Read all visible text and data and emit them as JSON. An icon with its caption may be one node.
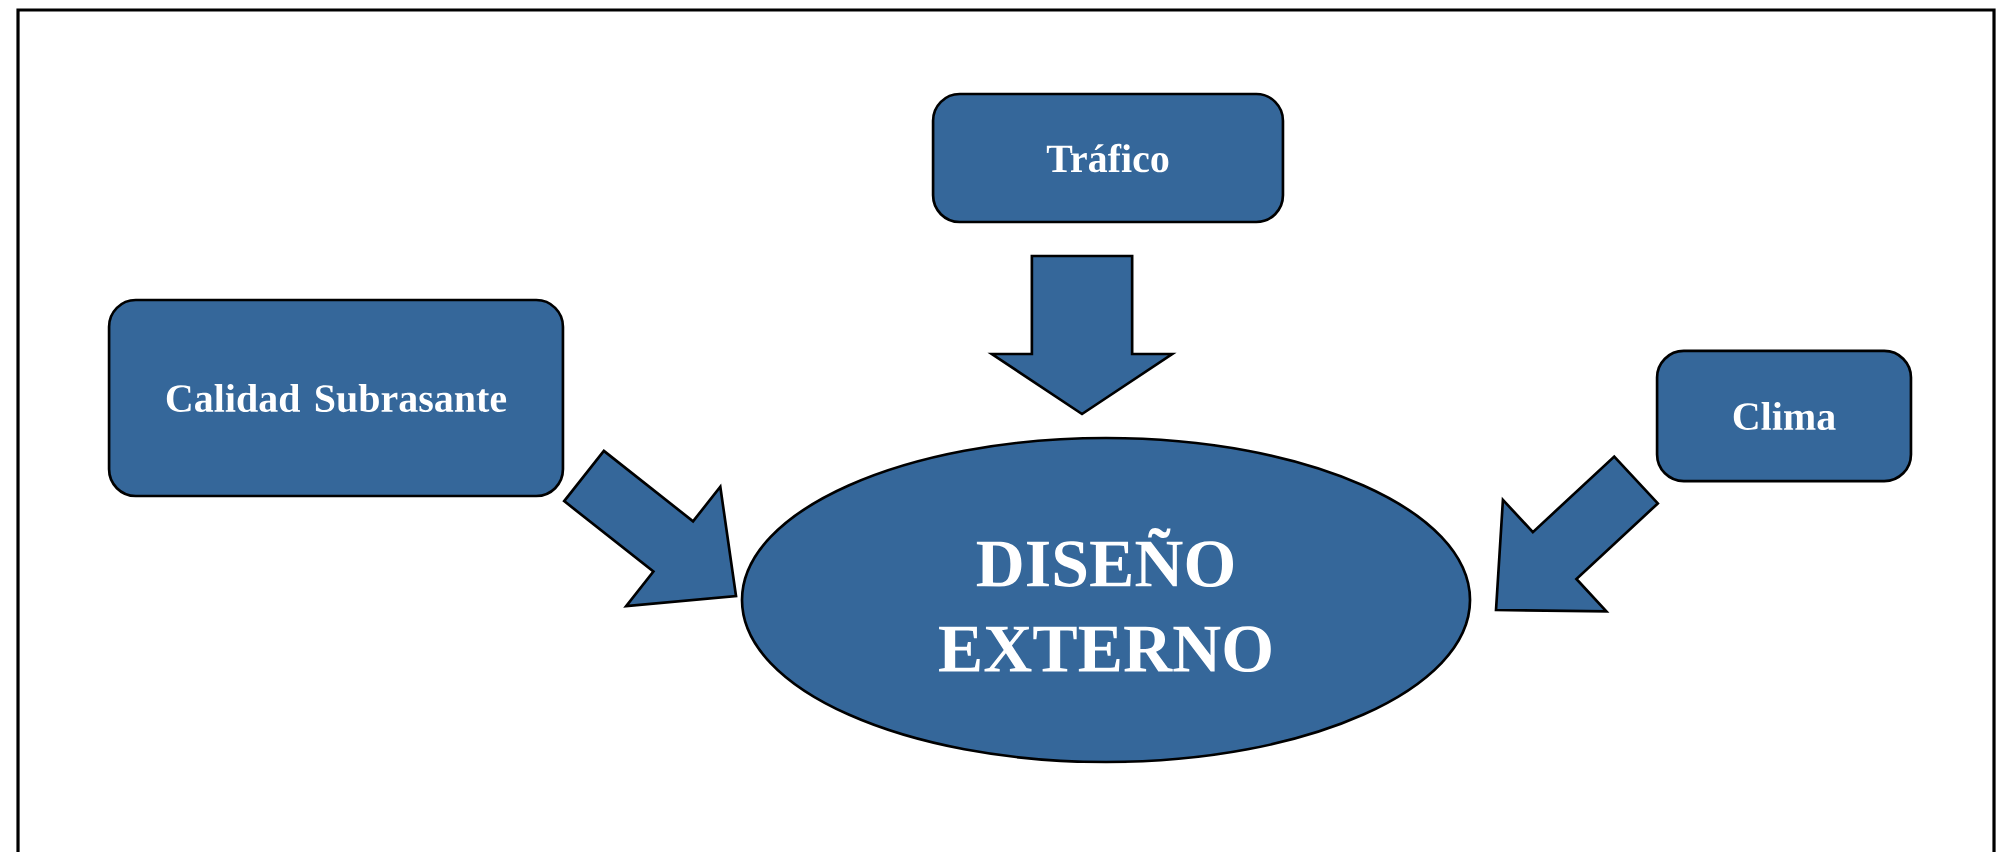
{
  "diagram": {
    "nodes": [
      {
        "text": [
          "Tráfico"
        ]
      },
      {
        "text": [
          "Calidad Subrasante"
        ]
      },
      {
        "text": [
          "Clima"
        ]
      },
      {
        "text": [
          "DISEÑO EXTERNO"
        ]
      }
    ],
    "edges": [
      {
        "from": 0,
        "to": 3,
        "arrow": "to"
      },
      {
        "from": 1,
        "to": 3,
        "arrow": "to"
      },
      {
        "from": 2,
        "to": 3,
        "arrow": "to"
      }
    ]
  }
}
